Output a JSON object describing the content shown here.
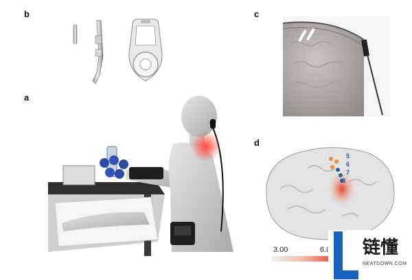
{
  "panels": {
    "a": "a",
    "b": "b",
    "c": "c",
    "d": "d"
  },
  "brain_map": {
    "electrodes": [
      "5",
      "6",
      "7",
      "8"
    ],
    "scale": {
      "min_label": "3.00",
      "max_label": "6.0",
      "colors": [
        "#f2f2f2",
        "#f4b8a8",
        "#e2452b"
      ]
    }
  },
  "watermark": {
    "logo_letter": "L",
    "chinese_name": "链懂",
    "site": "NEATDOWN.COM",
    "colors": {
      "blue": "#1565c0",
      "text": "#1a1a1a"
    }
  }
}
